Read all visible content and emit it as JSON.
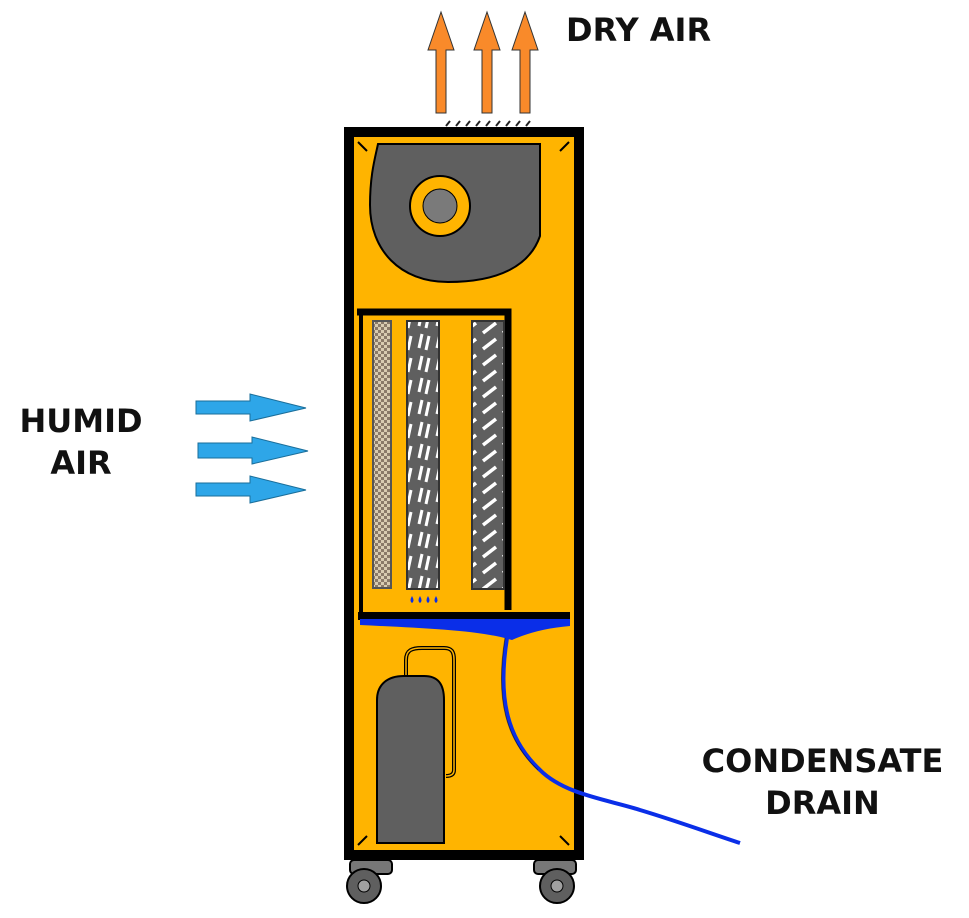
{
  "labels": {
    "dry_air": "DRY AIR",
    "humid_air_line1": "HUMID",
    "humid_air_line2": "AIR",
    "condensate_line1": "CONDENSATE",
    "condensate_line2": "DRAIN"
  },
  "colors": {
    "casing": "#FFB400",
    "outline": "#000000",
    "fan_housing": "#5F5F5F",
    "coil": "#5F5F5F",
    "water": "#0A2EE8",
    "dry_air_arrow": "#F98A2A",
    "humid_air_arrow": "#2EA6E8",
    "wheel": "#5F5F5F"
  }
}
